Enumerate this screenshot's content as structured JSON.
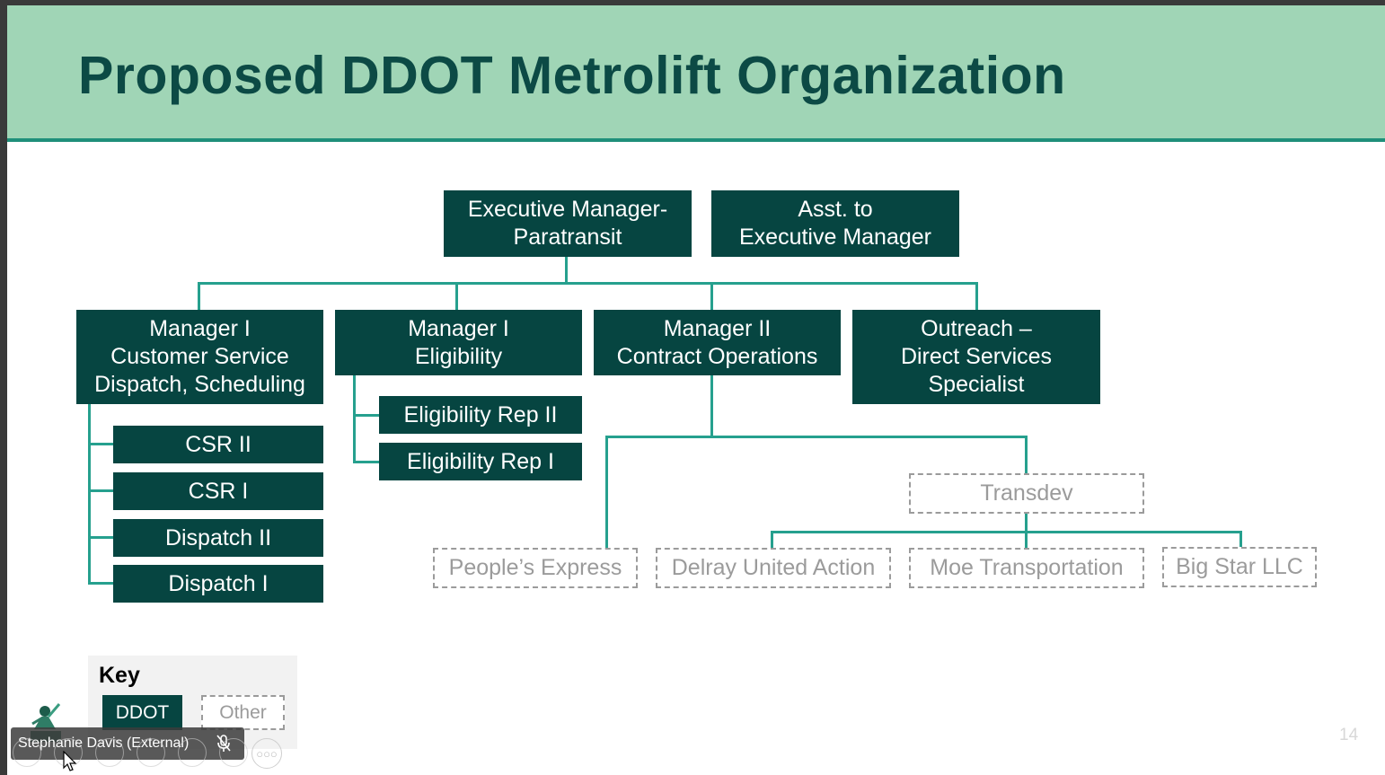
{
  "title": "Proposed DDOT Metrolift Organization",
  "nodes": {
    "exec": [
      "Executive Manager-",
      "Paratransit"
    ],
    "asst": [
      "Asst. to",
      "Executive Manager"
    ],
    "mgr_cs": [
      "Manager I",
      "Customer Service",
      "Dispatch, Scheduling"
    ],
    "mgr_elig": [
      "Manager I",
      "Eligibility"
    ],
    "mgr_contract": [
      "Manager II",
      "Contract Operations"
    ],
    "outreach": [
      "Outreach –",
      "Direct Services",
      "Specialist"
    ],
    "csr2": "CSR II",
    "csr1": "CSR I",
    "dispatch2": "Dispatch II",
    "dispatch1": "Dispatch I",
    "elig_rep2": "Eligibility Rep II",
    "elig_rep1": "Eligibility Rep I",
    "transdev": "Transdev",
    "peoples_express": "People’s Express",
    "delray": "Delray United Action",
    "moe": "Moe Transportation",
    "bigstar": "Big Star LLC"
  },
  "key": {
    "title": "Key",
    "ddot": "DDOT",
    "other": "Other"
  },
  "page_number": "14",
  "participant": {
    "name": "Stephanie Davis (External)",
    "mic_icon": "mic-muted-icon"
  },
  "colors": {
    "header_bg": "#a0d5b6",
    "title": "#0c4a45",
    "ddot_box": "#064541",
    "connector": "#26a08e",
    "other_border": "#9b9b9b"
  }
}
